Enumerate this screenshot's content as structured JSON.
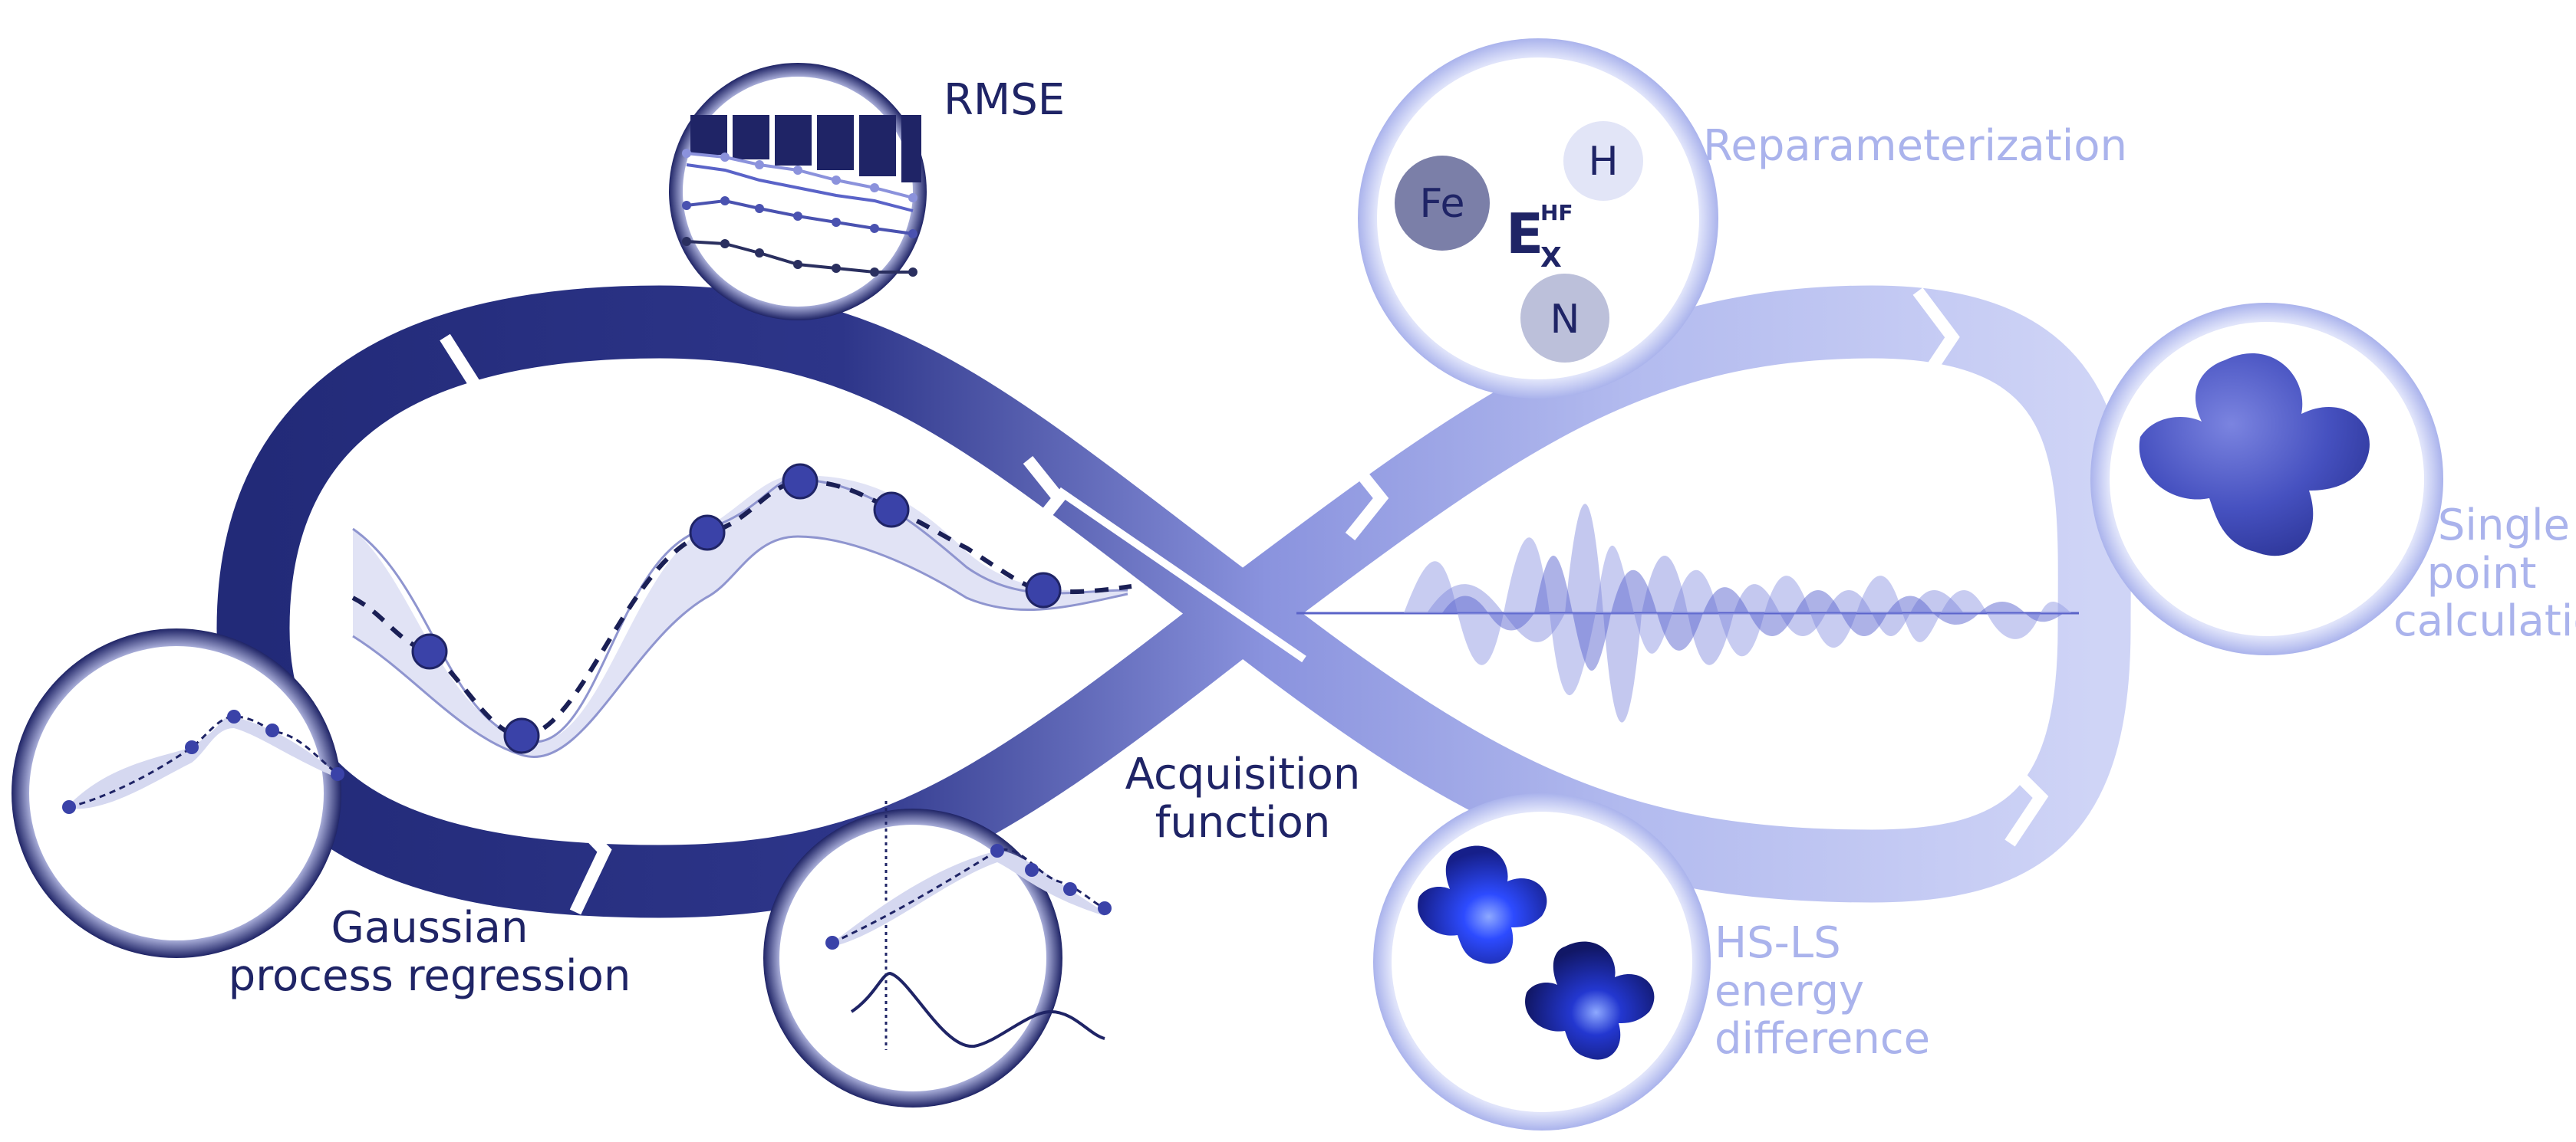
{
  "labels": {
    "rmse": "RMSE",
    "acquisition_line1": "Acquisition",
    "acquisition_line2": "function",
    "gpr_line1": "Gaussian",
    "gpr_line2": "process regression",
    "reparameterization": "Reparameterization",
    "single_point_line1": "Single",
    "single_point_line2": "point",
    "single_point_line3": "calculation",
    "hsls_line1": "HS-LS",
    "hsls_line2": "energy",
    "hsls_line3": "difference"
  },
  "elements": {
    "fe": "Fe",
    "h": "H",
    "n": "N",
    "ex_main": "E",
    "ex_sub": "X",
    "ex_sup": "HF"
  },
  "colors": {
    "dark_navy": "#1f2466",
    "dark_loop": "#2a3283",
    "light_loop": "#c2c9f3",
    "light_text": "#aab3ec",
    "blob": "#4b55c2"
  }
}
